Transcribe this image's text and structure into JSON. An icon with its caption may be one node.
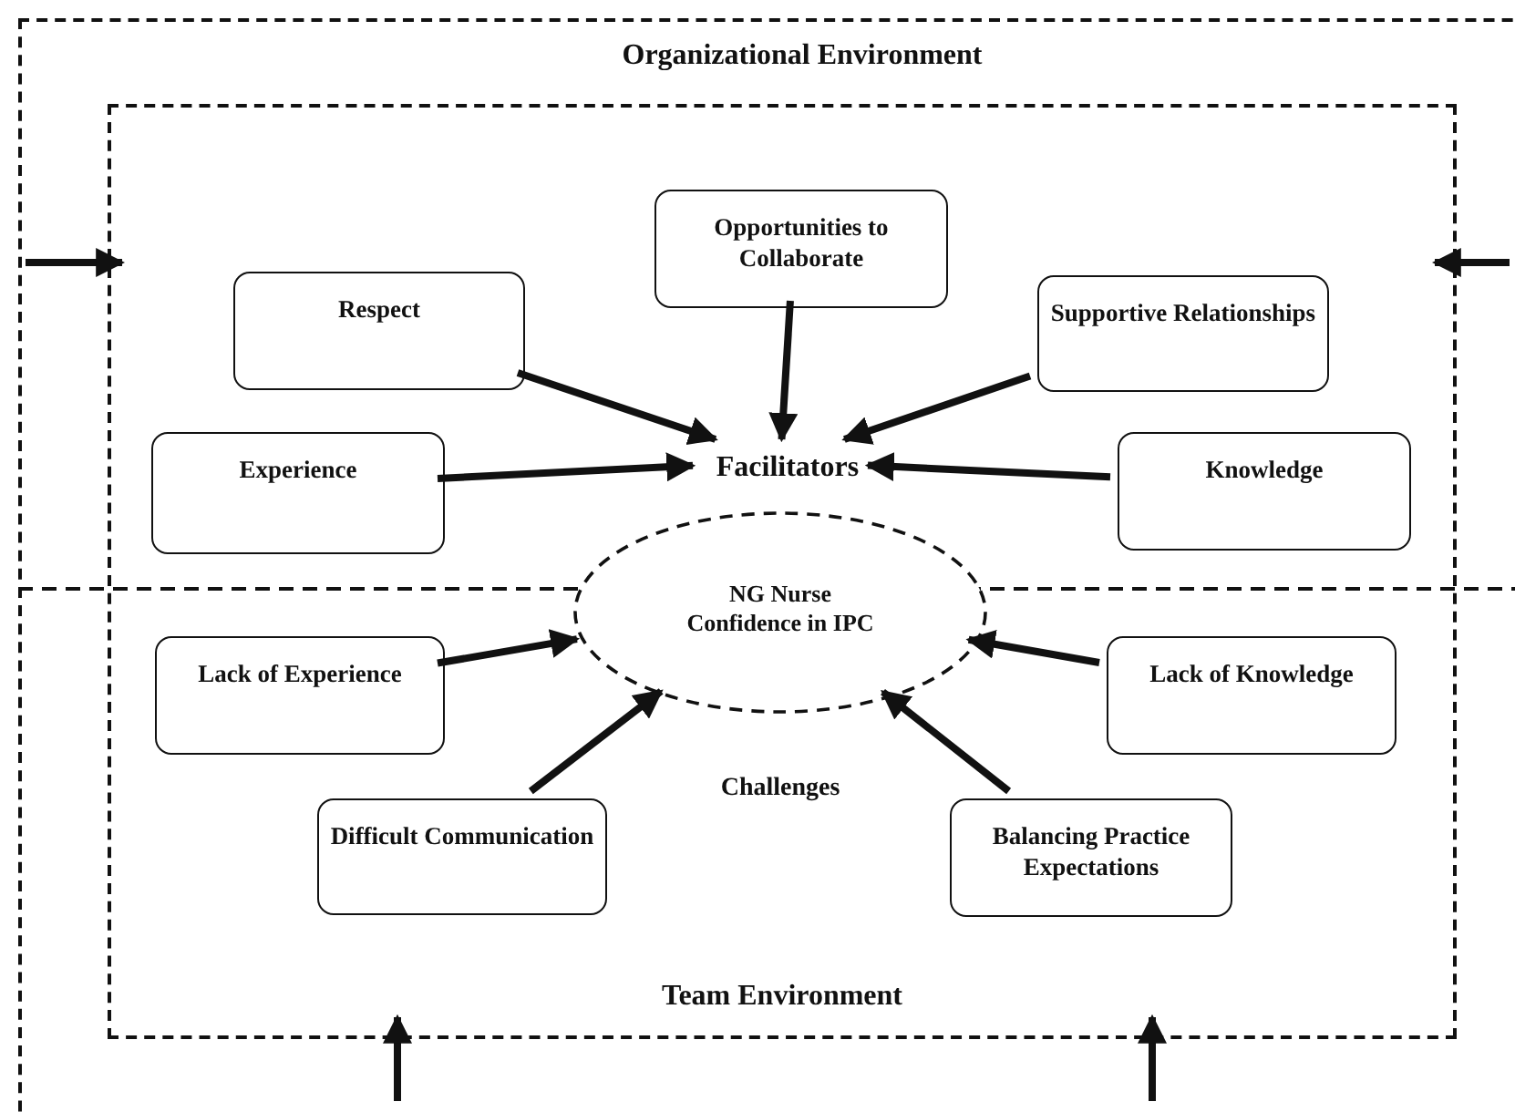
{
  "diagram": {
    "nodes": [
      {
        "text": [
          "Organizational Environment"
        ]
      },
      {
        "text": [
          "Team Environment"
        ],
        "in": 0
      },
      {
        "text": [
          "Opportunities to Collaborate"
        ],
        "in": 1
      },
      {
        "text": [
          "Respect"
        ],
        "in": 1
      },
      {
        "text": [
          "Supportive Relationships"
        ],
        "in": 1
      },
      {
        "text": [
          "Experience"
        ],
        "in": 1
      },
      {
        "text": [
          "Facilitators"
        ],
        "in": 1
      },
      {
        "text": [
          "Knowledge"
        ],
        "in": 1
      },
      {
        "text": [
          "NG Nurse Confidence in IPC"
        ],
        "in": 1
      },
      {
        "text": [
          "Lack of Experience"
        ],
        "in": 1
      },
      {
        "text": [
          "Lack of Knowledge"
        ],
        "in": 1
      },
      {
        "text": [
          "Difficult Communication"
        ],
        "in": 1
      },
      {
        "text": [
          "Balancing Practice Expectations"
        ],
        "in": 1
      }
    ],
    "edges": [
      {
        "from": null,
        "to": 1,
        "arrow": "to"
      },
      {
        "from": null,
        "to": 1,
        "arrow": "to"
      },
      {
        "from": 3,
        "to": 6,
        "arrow": "to"
      },
      {
        "from": 2,
        "to": 6,
        "arrow": "to"
      },
      {
        "from": 4,
        "to": 6,
        "arrow": "to"
      },
      {
        "from": 5,
        "to": 6,
        "arrow": "to"
      },
      {
        "from": 7,
        "to": 6,
        "arrow": "to"
      },
      {
        "from": 9,
        "to": 8,
        "arrow": "to"
      },
      {
        "from": 10,
        "to": 8,
        "arrow": "to"
      },
      {
        "from": 11,
        "to": 8,
        "arrow": "to"
      },
      {
        "from": 12,
        "to": 8,
        "arrow": "to"
      },
      {
        "from": null,
        "to": 1,
        "arrow": "to"
      },
      {
        "from": null,
        "to": 1,
        "arrow": "to"
      }
    ],
    "labels": [
      "Challenges"
    ]
  }
}
